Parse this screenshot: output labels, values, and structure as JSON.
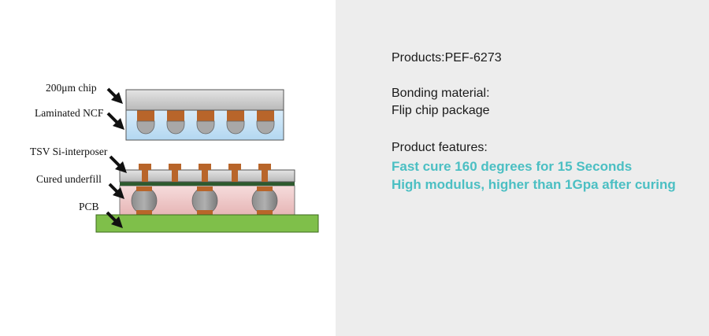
{
  "diagram": {
    "labels": {
      "chip": "200μm chip",
      "ncf": "Laminated NCF",
      "tsv": "TSV Si-interposer",
      "underfill": "Cured underfill",
      "pcb": "PCB"
    }
  },
  "product": {
    "name": "Products:PEF-6273",
    "bonding_title": "Bonding material:",
    "bonding_value": "Flip chip package",
    "features_title": "Product features:",
    "features": [
      "Fast cure 160 degrees for 15 Seconds",
      "High modulus, higher than 1Gpa after curing"
    ]
  },
  "colors": {
    "accent": "#4bbfc3",
    "background_right": "#ededed"
  }
}
